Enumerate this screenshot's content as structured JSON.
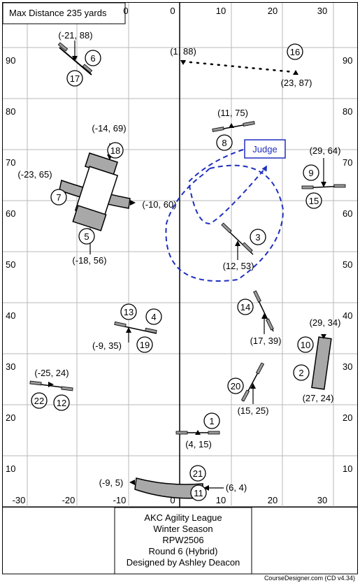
{
  "header": {
    "max_distance": "Max Distance 235 yards"
  },
  "grid": {
    "x_labels_top": [
      "0",
      "10",
      "20",
      "30"
    ],
    "x_labels_bottom": [
      "-30",
      "-20",
      "-10",
      "0",
      "10",
      "20",
      "30"
    ],
    "y_labels": [
      "90",
      "80",
      "70",
      "60",
      "50",
      "40",
      "30",
      "20",
      "10"
    ]
  },
  "coords": [
    "(-21, 88)",
    "(1, 88)",
    "(23, 87)",
    "(11, 75)",
    "(-14, 69)",
    "(29, 64)",
    "(-23, 65)",
    "(-10, 60)",
    "(-18, 56)",
    "(12, 53)",
    "(17, 39)",
    "(29, 34)",
    "(-9, 35)",
    "(-25, 24)",
    "(27, 24)",
    "(15, 25)",
    "(4, 15)",
    "(-9, 5)",
    "(6, 4)"
  ],
  "numbers": [
    "1",
    "2",
    "3",
    "4",
    "5",
    "6",
    "7",
    "8",
    "9",
    "10",
    "11",
    "12",
    "13",
    "14",
    "15",
    "16",
    "17",
    "18",
    "19",
    "20",
    "21",
    "22"
  ],
  "judge": "Judge",
  "info": {
    "line1": "AKC Agility League",
    "line2": "Winter Season",
    "line3": "RPW2506",
    "line4": "Round 6 (Hybrid)",
    "line5": "Designed by Ashley Deacon"
  },
  "footer": "CourseDesigner.com (CD v4.34)",
  "colors": {
    "path": "#1f2fbf",
    "obstacle_fill": "#a8a8a8",
    "grid": "#b8b8b8"
  }
}
